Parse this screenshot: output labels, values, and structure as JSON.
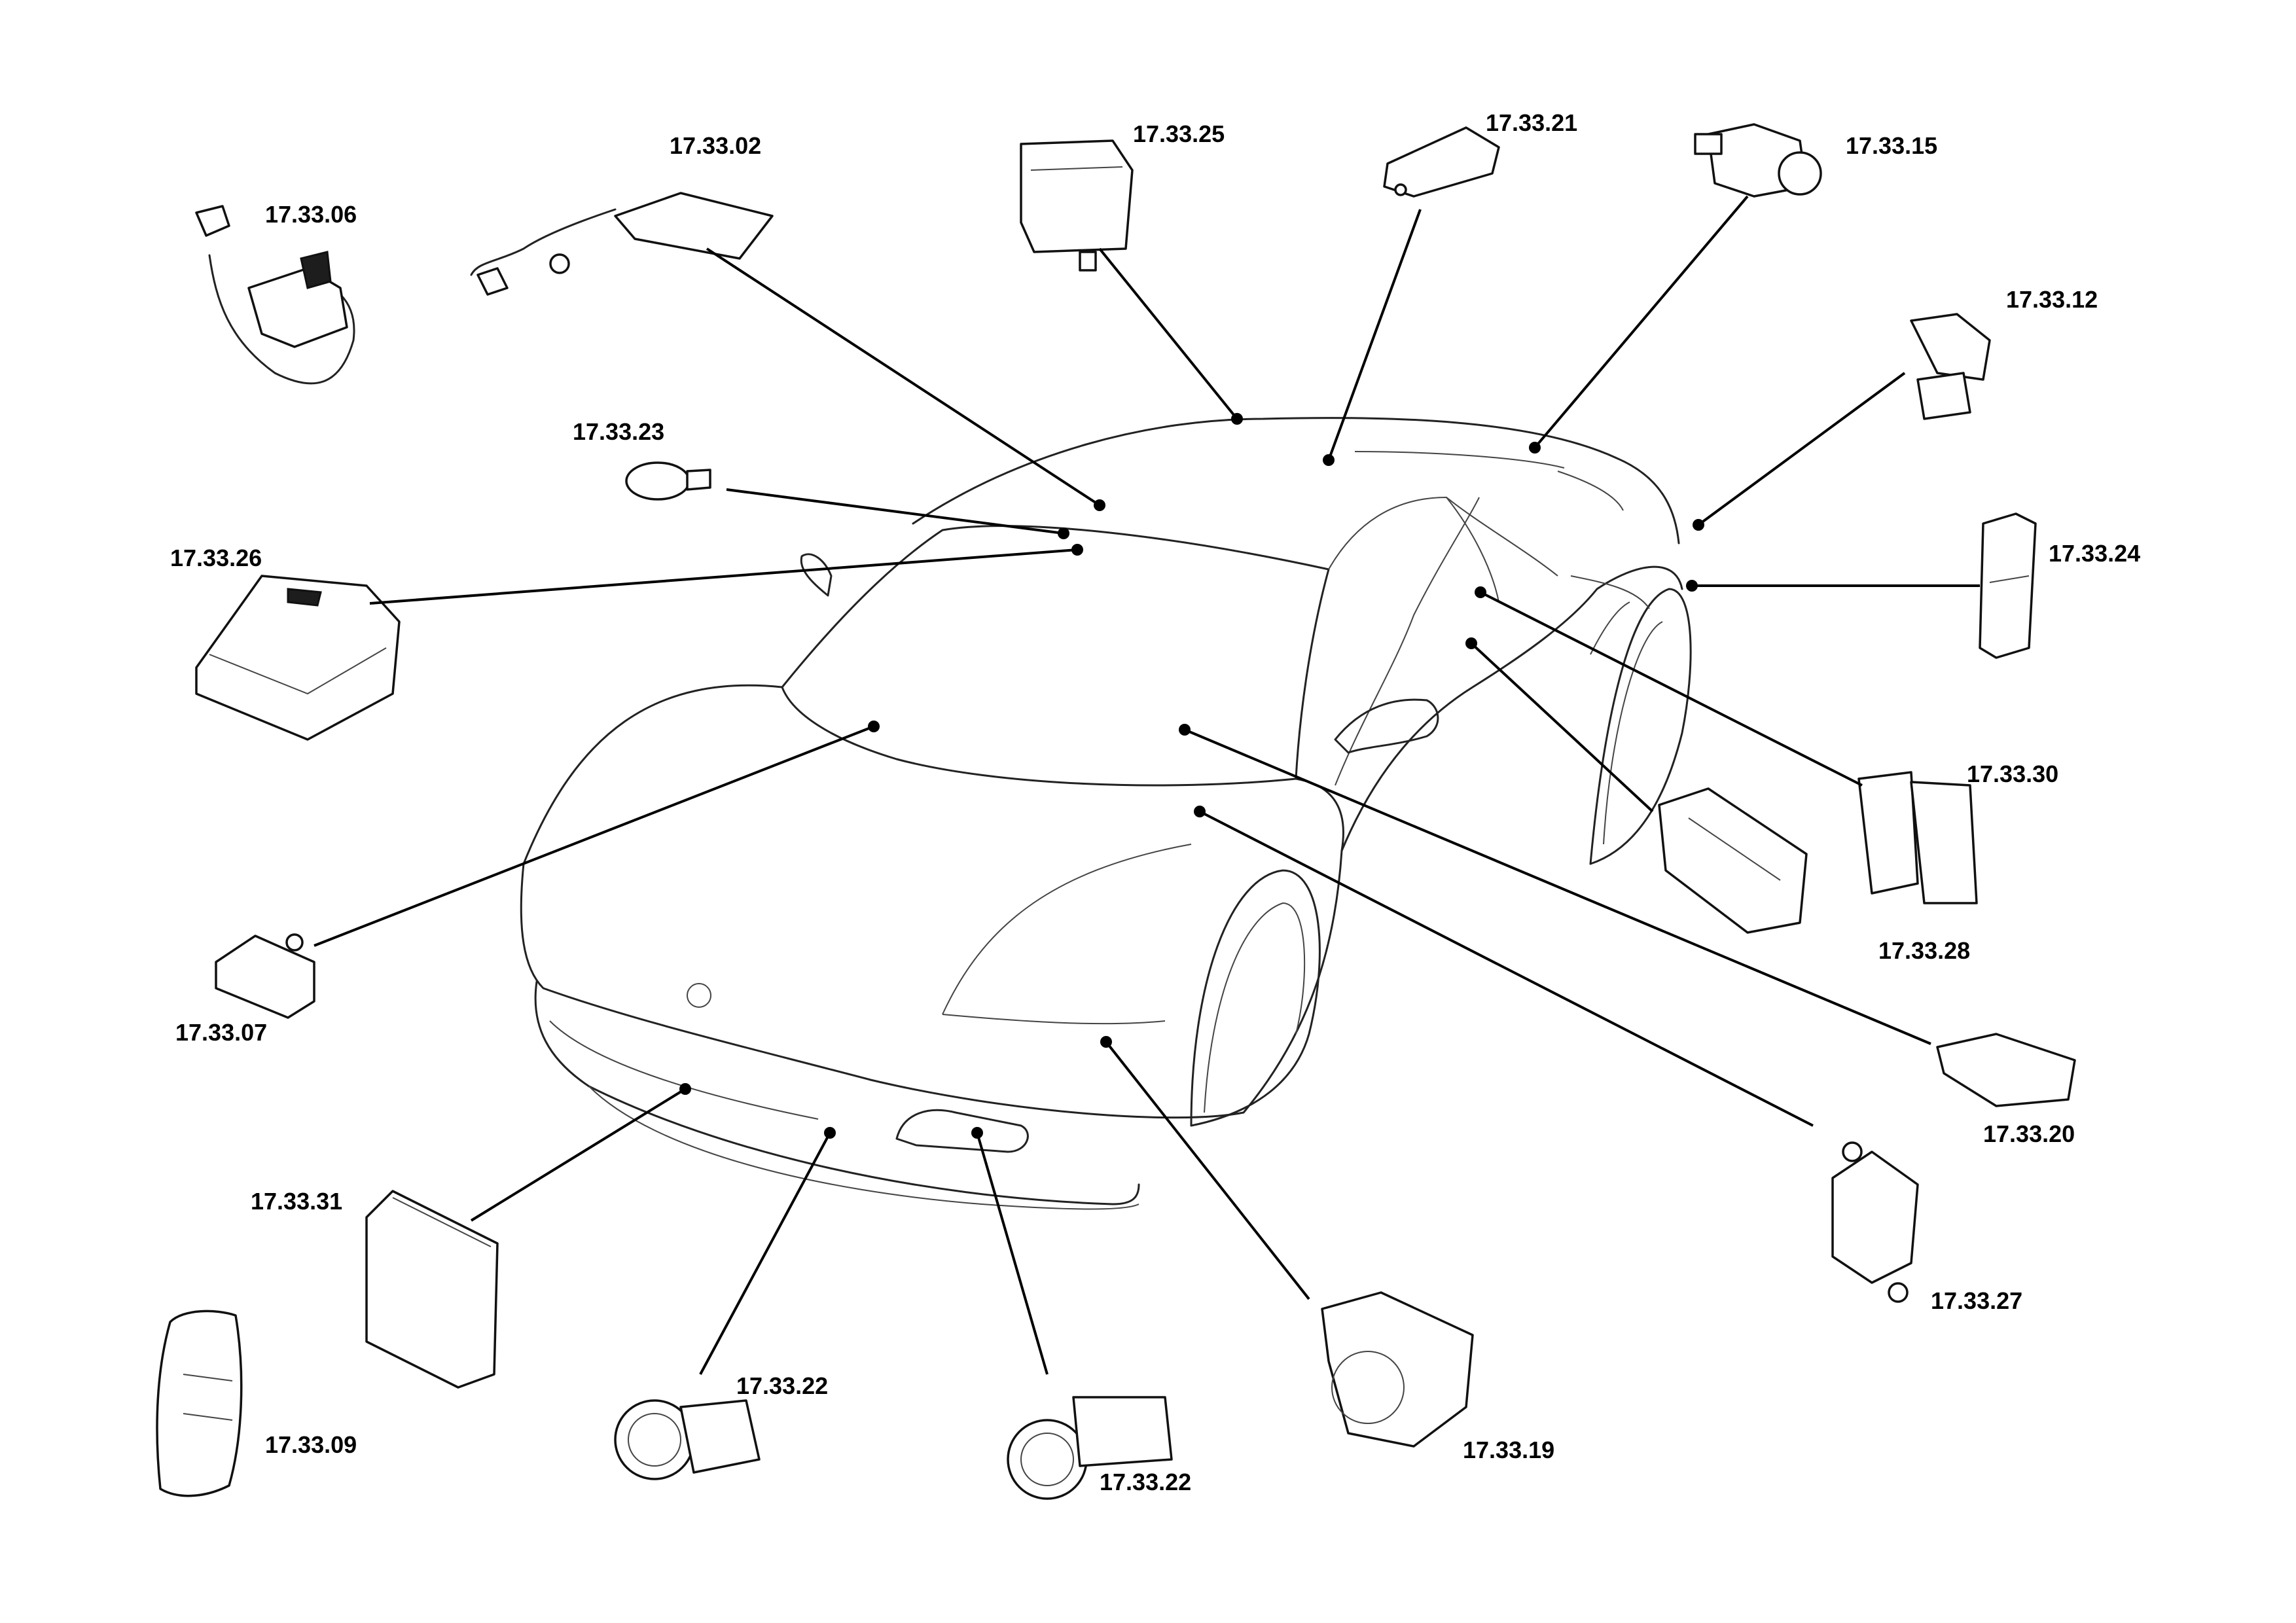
{
  "diagram": {
    "callouts": [
      {
        "id": "c0602",
        "label": "17.33.06"
      },
      {
        "id": "c0302",
        "label": "17.33.02"
      },
      {
        "id": "c0325",
        "label": "17.33.25"
      },
      {
        "id": "c0321",
        "label": "17.33.21"
      },
      {
        "id": "c0315",
        "label": "17.33.15"
      },
      {
        "id": "c0312",
        "label": "17.33.12"
      },
      {
        "id": "c0323",
        "label": "17.33.23"
      },
      {
        "id": "c0326",
        "label": "17.33.26"
      },
      {
        "id": "c0324",
        "label": "17.33.24"
      },
      {
        "id": "c0330",
        "label": "17.33.30"
      },
      {
        "id": "c0328",
        "label": "17.33.28"
      },
      {
        "id": "c0307",
        "label": "17.33.07"
      },
      {
        "id": "c0320",
        "label": "17.33.20"
      },
      {
        "id": "c0327",
        "label": "17.33.27"
      },
      {
        "id": "c0331",
        "label": "17.33.31"
      },
      {
        "id": "c0322a",
        "label": "17.33.22"
      },
      {
        "id": "c0322b",
        "label": "17.33.22"
      },
      {
        "id": "c0319",
        "label": "17.33.19"
      },
      {
        "id": "c0309",
        "label": "17.33.09"
      }
    ]
  }
}
